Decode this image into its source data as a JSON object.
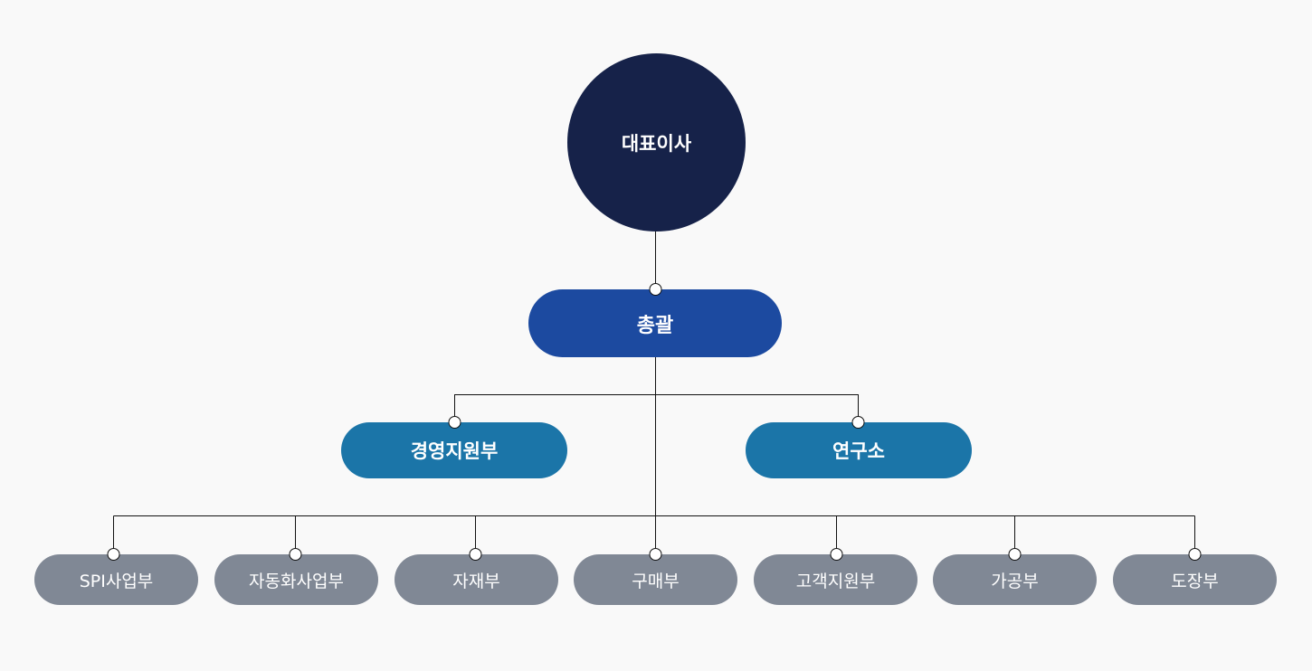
{
  "org_chart": {
    "ceo": "대표이사",
    "general": "총괄",
    "divisions": [
      "경영지원부",
      "연구소"
    ],
    "departments": [
      "SPI사업부",
      "자동화사업부",
      "자재부",
      "구매부",
      "고객지원부",
      "가공부",
      "도장부"
    ]
  },
  "colors": {
    "background": "#f9f9f9",
    "ceo": "#162249",
    "general": "#1c4aa0",
    "divisions": "#1b75a8",
    "departments": "#808895",
    "connector": "#111111"
  }
}
